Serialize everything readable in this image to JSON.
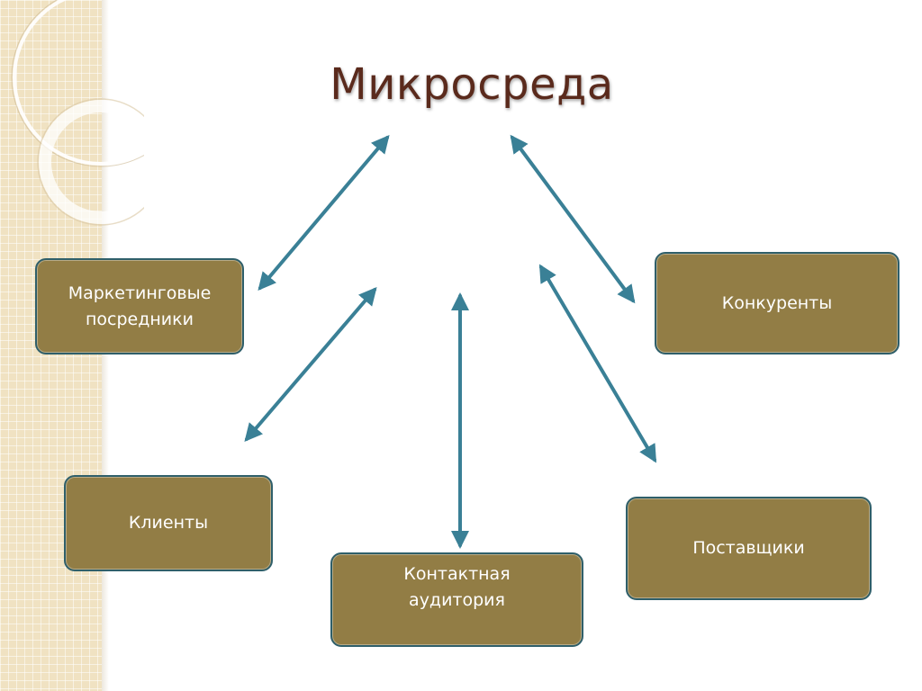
{
  "title": "Микросреда",
  "nodes": {
    "intermediaries": "Маркетинговые посредники",
    "competitors": "Конкуренты",
    "clients": "Клиенты",
    "contact_audience": "Контактная аудитория",
    "suppliers": "Поставщики"
  },
  "colors": {
    "title": "#5a2a1c",
    "node_fill": "#927d45",
    "node_border": "#2f5f6a",
    "arrow": "#3a8096",
    "side_panel": "#f0e2c2"
  }
}
